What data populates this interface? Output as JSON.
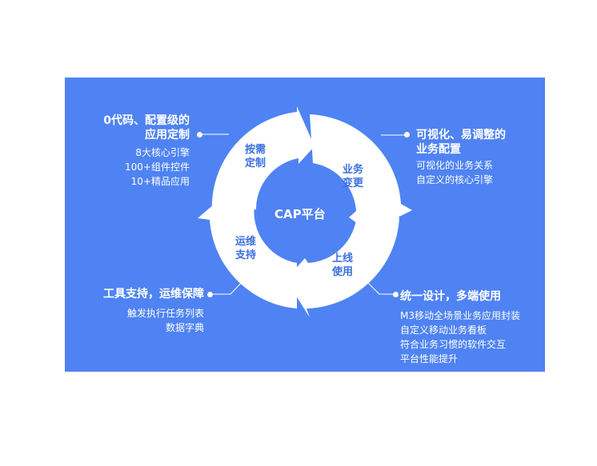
{
  "center": "CAP平台",
  "segments": {
    "top_left": [
      "按需",
      "定制"
    ],
    "top_right": [
      "业务",
      "变更"
    ],
    "bottom_right": [
      "上线",
      "使用"
    ],
    "bottom_left": [
      "运维",
      "支持"
    ]
  },
  "callouts": {
    "top_left": {
      "title_lines": [
        "0代码、配置级的",
        "应用定制"
      ],
      "items": [
        "8大核心引擎",
        "100+组件控件",
        "10+精品应用"
      ]
    },
    "top_right": {
      "title_lines": [
        "可视化、易调整的",
        "业务配置"
      ],
      "items": [
        "可视化的业务关系",
        "自定义的核心引擎"
      ]
    },
    "bottom_left": {
      "title_lines": [
        "工具支持，运维保障"
      ],
      "items": [
        "触发执行任务列表",
        "数据字典"
      ]
    },
    "bottom_right": {
      "title_lines": [
        "统一设计，多端使用"
      ],
      "items": [
        "M3移动全场景业务应用封装",
        "自定义移动业务看板",
        "符合业务习惯的软件交互",
        "平台性能提升"
      ]
    }
  },
  "colors": {
    "panel": "#4f83f3",
    "ring": "#ffffff",
    "segment_text": "#3a6fe0"
  }
}
